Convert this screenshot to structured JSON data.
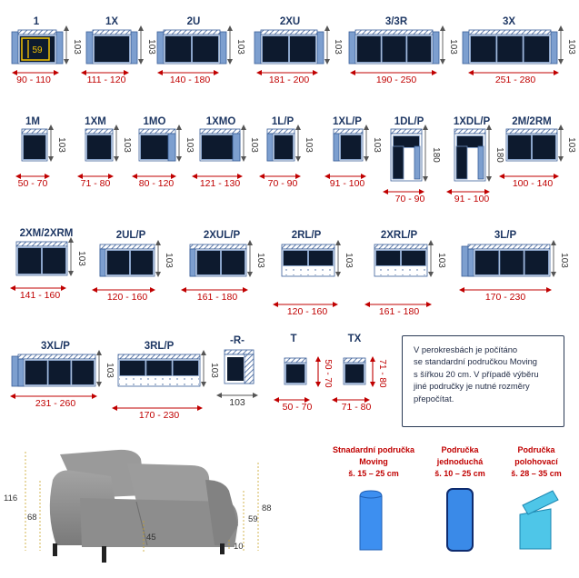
{
  "colors": {
    "label": "#1f3864",
    "dim": "#c00000",
    "cushion": "#0d1a2e",
    "frame": "#7d9fcf",
    "frame_dark": "#3a5f99",
    "hatch": "#3b5d96",
    "height_text": "#333333",
    "arm_blue": "#2f7fe0",
    "arm_red_title": "#c00000",
    "sofa": "#8e8e8e"
  },
  "modules": [
    {
      "label": "1",
      "width": "90 - 110",
      "height": "103"
    },
    {
      "label": "1X",
      "width": "111 - 120",
      "height": "103"
    },
    {
      "label": "2U",
      "width": "140 - 180",
      "height": "103"
    },
    {
      "label": "2XU",
      "width": "181 - 200",
      "height": "103"
    },
    {
      "label": "3/3R",
      "width": "190 - 250",
      "height": "103"
    },
    {
      "label": "3X",
      "width": "251 - 280",
      "height": "103"
    },
    {
      "label": "1M",
      "width": "50 - 70",
      "height": "103"
    },
    {
      "label": "1XM",
      "width": "71 - 80",
      "height": "103"
    },
    {
      "label": "1MO",
      "width": "80 - 120",
      "height": "103"
    },
    {
      "label": "1XMO",
      "width": "121 - 130",
      "height": "103"
    },
    {
      "label": "1L/P",
      "width": "70 - 90",
      "height": "103"
    },
    {
      "label": "1XL/P",
      "width": "91 - 100",
      "height": "103"
    },
    {
      "label": "1DL/P",
      "width": "70 - 90",
      "height": "180"
    },
    {
      "label": "1XDL/P",
      "width": "91 - 100",
      "height": "180"
    },
    {
      "label": "2M/2RM",
      "width": "100 - 140",
      "height": "103"
    },
    {
      "label": "2XM/2XRM",
      "width": "141 - 160",
      "height": "103"
    },
    {
      "label": "2UL/P",
      "width": "120 - 160",
      "height": "103"
    },
    {
      "label": "2XUL/P",
      "width": "161 - 180",
      "height": "103"
    },
    {
      "label": "2RL/P",
      "width": "120 - 160",
      "height": "103"
    },
    {
      "label": "2XRL/P",
      "width": "161 - 180",
      "height": "103"
    },
    {
      "label": "3L/P",
      "width": "170 - 230",
      "height": "103"
    },
    {
      "label": "3XL/P",
      "width": "231 - 260",
      "height": "103"
    },
    {
      "label": "3RL/P",
      "width": "170 - 230",
      "height": "103"
    },
    {
      "label": "-R-",
      "width": "103",
      "height": "103"
    },
    {
      "label": "T",
      "width": "50 - 70",
      "height": "50 - 70"
    },
    {
      "label": "TX",
      "width": "71 - 80",
      "height": "71 - 80"
    }
  ],
  "seat_depth_mark": "59",
  "note_lines": [
    "V perokresbách je počítáno",
    "se standardní područkou Moving",
    "s šířkou 20 cm. V případě výběru",
    " jiné područky je nutné rozměry",
    "přepočítat."
  ],
  "sofa_dims": {
    "total_height": "116",
    "seat_height": "68",
    "depth_total": "88",
    "depth_seat": "59",
    "seat": "45",
    "leg": "10"
  },
  "armrests": [
    {
      "title1": "Stnadardní područka",
      "title2": "Moving",
      "range": "š. 15 – 25 cm",
      "icon": "armrest-moving-icon"
    },
    {
      "title1": "Područka",
      "title2": "jednoduchá",
      "range": "š. 10 – 25 cm",
      "icon": "armrest-simple-icon"
    },
    {
      "title1": "Područka",
      "title2": "polohovací",
      "range": "š. 28 – 35 cm",
      "icon": "armrest-adjustable-icon"
    }
  ]
}
